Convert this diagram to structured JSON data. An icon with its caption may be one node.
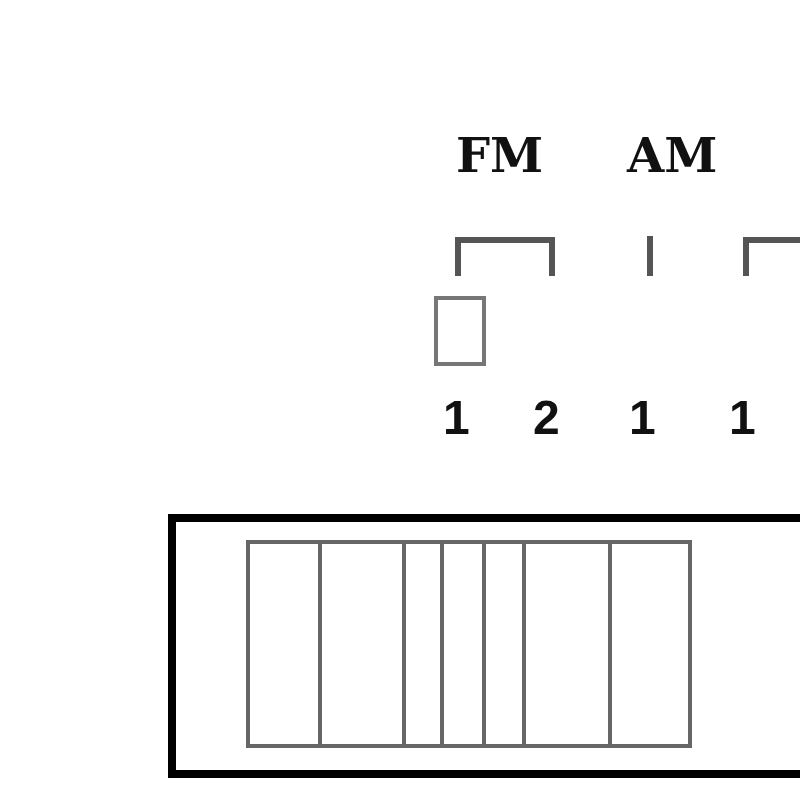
{
  "diagram": {
    "labels": [
      "FM",
      "AM",
      "1",
      "2",
      "1",
      "1"
    ]
  }
}
